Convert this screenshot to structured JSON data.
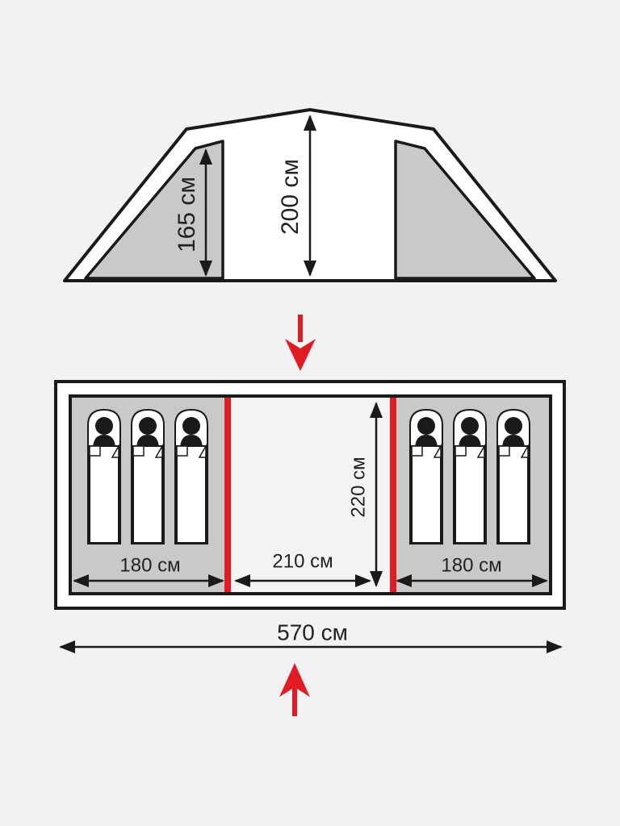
{
  "colors": {
    "background": "#f2f2f2",
    "outline": "#1a1a1a",
    "room_fill": "#c9c9c9",
    "hall_fill": "#f3f3f3",
    "divider": "#e01b24",
    "arrow": "#e01b24",
    "person": "#1a1a1a"
  },
  "labels": {
    "side_height": "165 см",
    "center_height": "200 см",
    "depth": "220 см",
    "left_room_width": "180 см",
    "hall_width": "210 см",
    "right_room_width": "180 см",
    "total_width": "570 см"
  },
  "icons": {
    "entry_arrow_top": "arrow-down-icon",
    "entry_arrow_bottom": "arrow-up-icon",
    "sleeper": "person-sleeping-bag-icon"
  },
  "sleepers": {
    "left_room": 3,
    "right_room": 3
  }
}
